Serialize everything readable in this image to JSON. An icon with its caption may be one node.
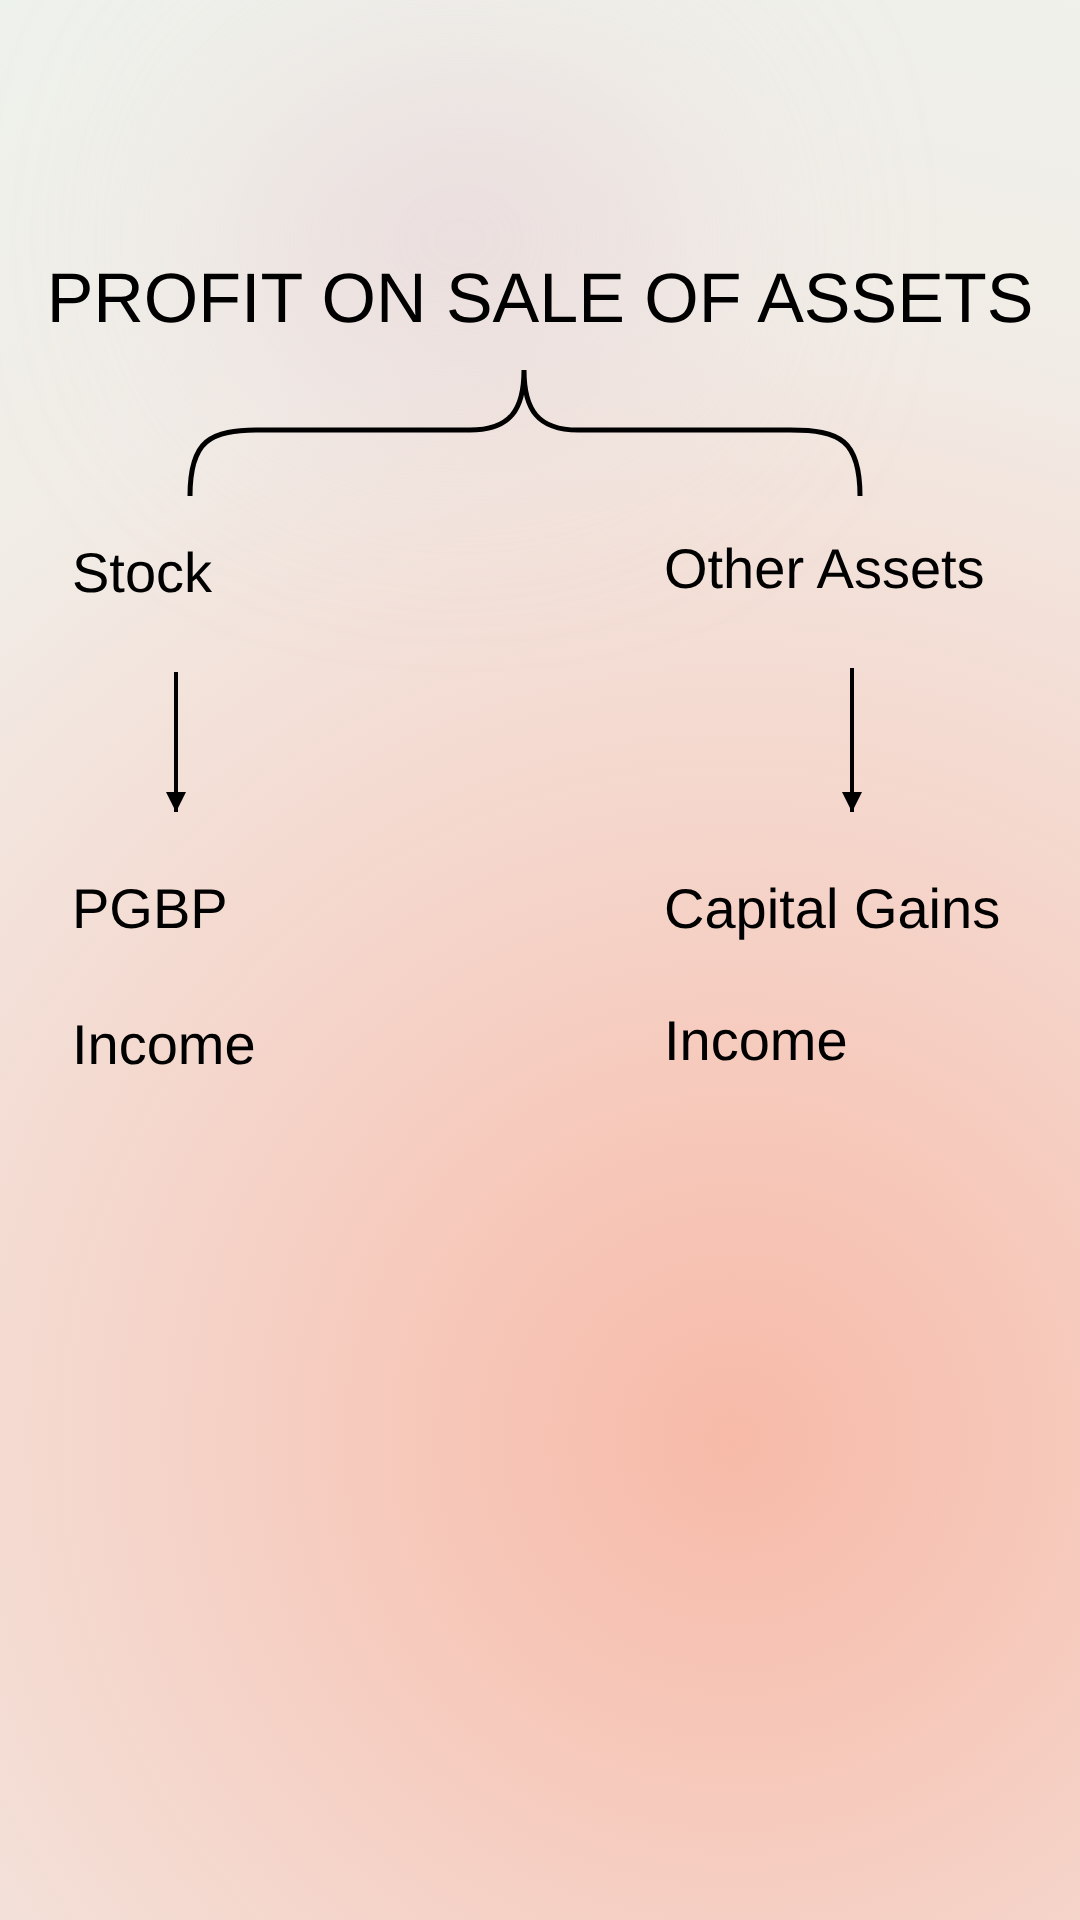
{
  "diagram": {
    "title": "PROFIT ON SALE OF ASSETS",
    "nodes": [
      {
        "text": [
          "Stock"
        ]
      },
      {
        "text": [
          "Other Assets"
        ]
      },
      {
        "text": [
          "PGBP",
          "Income"
        ]
      },
      {
        "text": [
          "Capital Gains",
          "Income"
        ]
      }
    ],
    "edges": [
      {
        "from": 0,
        "to": 2,
        "arrow": "to"
      },
      {
        "from": 1,
        "to": 3,
        "arrow": "to"
      }
    ]
  }
}
